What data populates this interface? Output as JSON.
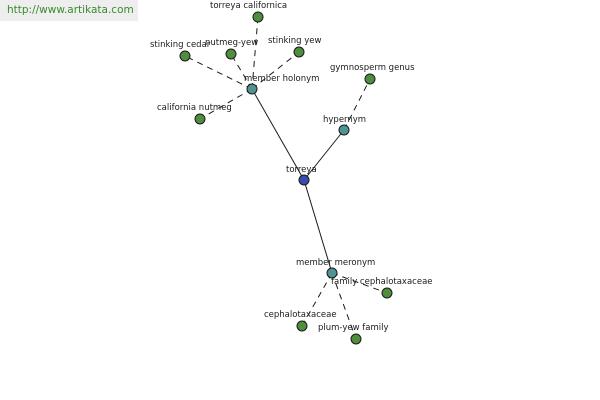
{
  "watermark": "http://www.artikata.com",
  "colors": {
    "center": "#3b4cae",
    "relation": "#4f9393",
    "leaf": "#4e8e3c"
  },
  "nodes": [
    {
      "id": "torreya",
      "label": "torreya",
      "kind": "center"
    },
    {
      "id": "member-holonym",
      "label": "member holonym",
      "kind": "relation"
    },
    {
      "id": "hypernym",
      "label": "hypernym",
      "kind": "relation"
    },
    {
      "id": "member-meronym",
      "label": "member meronym",
      "kind": "relation"
    },
    {
      "id": "torreya-californica",
      "label": "torreya californica",
      "kind": "leaf"
    },
    {
      "id": "stinking-cedar",
      "label": "stinking cedar",
      "kind": "leaf"
    },
    {
      "id": "nutmeg-yew",
      "label": "nutmeg-yew",
      "kind": "leaf"
    },
    {
      "id": "stinking-yew",
      "label": "stinking yew",
      "kind": "leaf"
    },
    {
      "id": "california-nutmeg",
      "label": "california nutmeg",
      "kind": "leaf"
    },
    {
      "id": "gymnosperm-genus",
      "label": "gymnosperm genus",
      "kind": "leaf"
    },
    {
      "id": "family-cephalotaxaceae",
      "label": "family cephalotaxaceae",
      "kind": "leaf"
    },
    {
      "id": "cephalotaxaceae",
      "label": "cephalotaxaceae",
      "kind": "leaf"
    },
    {
      "id": "plum-yew-family",
      "label": "plum-yew family",
      "kind": "leaf"
    }
  ],
  "edges": [
    {
      "from": "torreya",
      "to": "member-holonym",
      "style": "solid"
    },
    {
      "from": "torreya",
      "to": "hypernym",
      "style": "solid"
    },
    {
      "from": "torreya",
      "to": "member-meronym",
      "style": "solid"
    },
    {
      "from": "member-holonym",
      "to": "torreya-californica",
      "style": "dashed"
    },
    {
      "from": "member-holonym",
      "to": "stinking-cedar",
      "style": "dashed"
    },
    {
      "from": "member-holonym",
      "to": "nutmeg-yew",
      "style": "dashed"
    },
    {
      "from": "member-holonym",
      "to": "stinking-yew",
      "style": "dashed"
    },
    {
      "from": "member-holonym",
      "to": "california-nutmeg",
      "style": "dashed"
    },
    {
      "from": "hypernym",
      "to": "gymnosperm-genus",
      "style": "dashed"
    },
    {
      "from": "member-meronym",
      "to": "family-cephalotaxaceae",
      "style": "dashed"
    },
    {
      "from": "member-meronym",
      "to": "cephalotaxaceae",
      "style": "dashed"
    },
    {
      "from": "member-meronym",
      "to": "plum-yew-family",
      "style": "dashed"
    }
  ]
}
